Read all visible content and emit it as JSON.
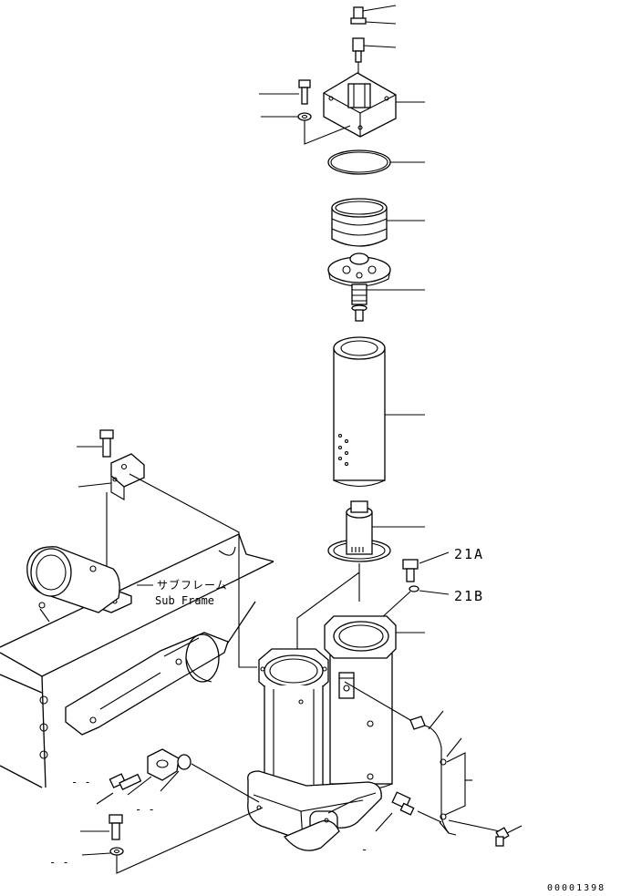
{
  "labels": {
    "part_21a": "21A",
    "part_21b": "21B",
    "sub_frame_jp": "サブフレーム",
    "sub_frame_en": "Sub Frame",
    "drawing_code": "00001398"
  }
}
